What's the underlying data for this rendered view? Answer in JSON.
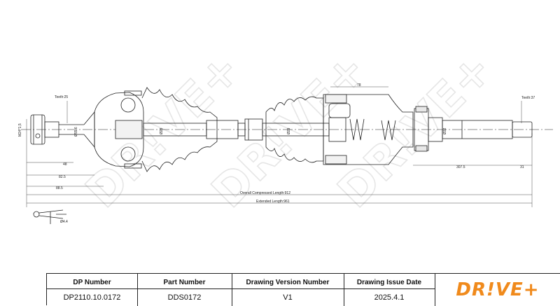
{
  "watermark": "DR!VE+",
  "dimensions": {
    "teeth_left": "Teeth:25",
    "teeth_right": "Teeth:37",
    "m_left": "M24*1,5",
    "d_556": "Ø55.6",
    "d_28": "Ø28",
    "d_29": "Ø29",
    "d_32": "Ø32",
    "len_48": "48",
    "len_825": "82.5",
    "len_885": "88.5",
    "len_78": "78",
    "len_3075": "307.5",
    "len_31": "31",
    "overall_compressed": "Overall Compressed Length:912",
    "extended": "Extended Length:961",
    "pin_dia": "Ø4.4"
  },
  "title_block": {
    "headers": [
      "DP Number",
      "Part Number",
      "Drawing Version Number",
      "Drawing Issue Date"
    ],
    "values": [
      "DP2110.10.0172",
      "DDS0172",
      "V1",
      "2025.4.1"
    ],
    "logo": "DR!VE+",
    "brand_color": "#f08a1c"
  }
}
